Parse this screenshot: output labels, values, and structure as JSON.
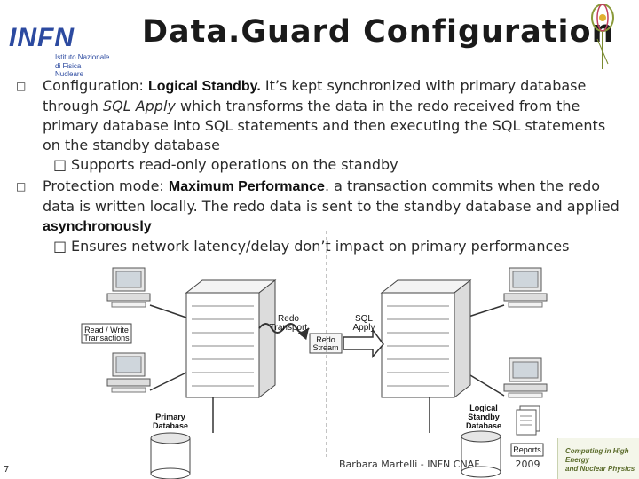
{
  "logo": {
    "word": "INFN",
    "line1": "Istituto Nazionale",
    "line2": "di Fisica Nucleare"
  },
  "title": "Data.Guard Configuration",
  "bullets": [
    {
      "pre": "Configuration: ",
      "bold": "Logical Standby.",
      "post_a": " It’s kept synchronized with primary database through ",
      "italic": "SQL Apply",
      "post_b": " which transforms the data in the redo received from the primary database into SQL statements and then executing the SQL statements on the standby database",
      "sub": "Supports read-only operations on the standby"
    },
    {
      "pre": "Protection mode: ",
      "bold": "Maximum Performance",
      "post_a": ". a transaction commits when the redo data is written locally. The redo data is sent to the standby database and applied ",
      "bold2": "asynchronously",
      "sub": "Ensures network latency/delay don’t impact on primary performances"
    }
  ],
  "diagram": {
    "read_write_1": "Read / Write",
    "read_write_2": "Transactions",
    "redo_transport_1": "Redo",
    "redo_transport_2": "Transport",
    "redo_stream_1": "Redo",
    "redo_stream_2": "Stream",
    "sql_apply_1": "SQL",
    "sql_apply_2": "Apply",
    "primary_db_1": "Primary",
    "primary_db_2": "Database",
    "standby_db_1": "Logical",
    "standby_db_2": "Standby",
    "standby_db_3": "Database",
    "reports": "Reports"
  },
  "footer": "Barbara Martelli - INFN CNAF",
  "footer_year": "2009",
  "page_number": "7",
  "conference": {
    "line1": "Computing in High Energy",
    "line2": "and Nuclear Physics"
  },
  "colors": {
    "title": "#1a1a1a",
    "logo": "#2c4aa0",
    "text": "#2a2a2a"
  }
}
